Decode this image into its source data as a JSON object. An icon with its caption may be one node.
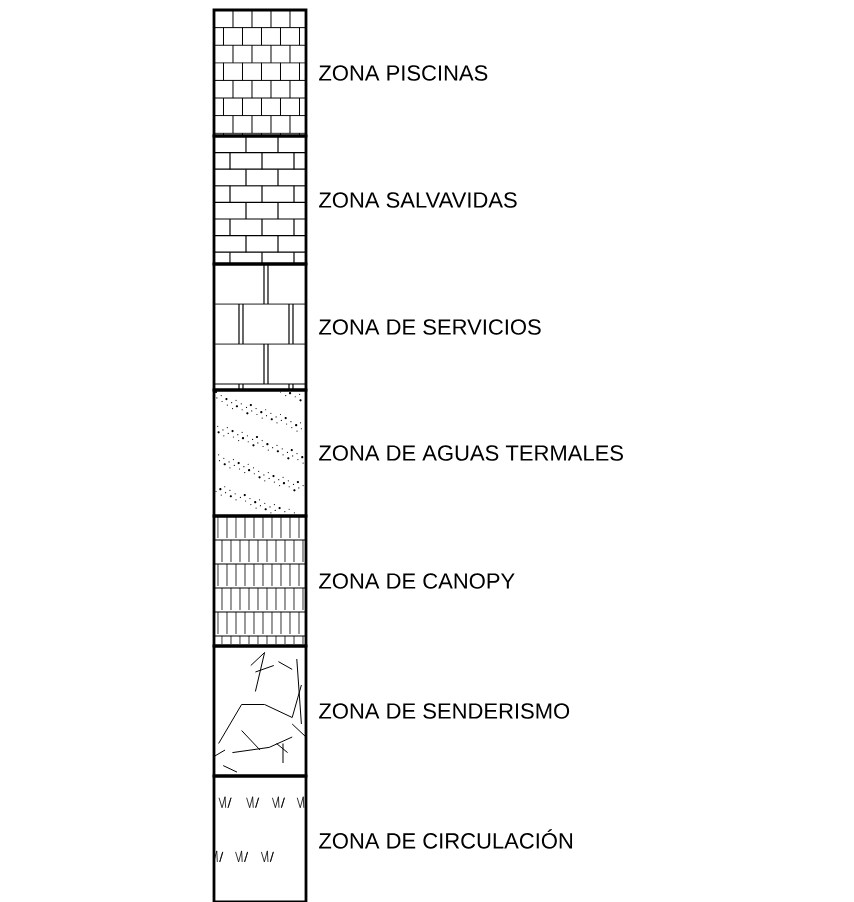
{
  "diagram": {
    "legend": [
      {
        "text": "ZONA PISCINAS"
      },
      {
        "text": "ZONA SALVAVIDAS"
      },
      {
        "text": "ZONA DE SERVICIOS"
      },
      {
        "text": "ZONA DE AGUAS TERMALES"
      },
      {
        "text": "ZONA DE CANOPY"
      },
      {
        "text": "ZONA DE SENDERISMO"
      },
      {
        "text": "ZONA DE CIRCULACIÓN"
      }
    ]
  }
}
